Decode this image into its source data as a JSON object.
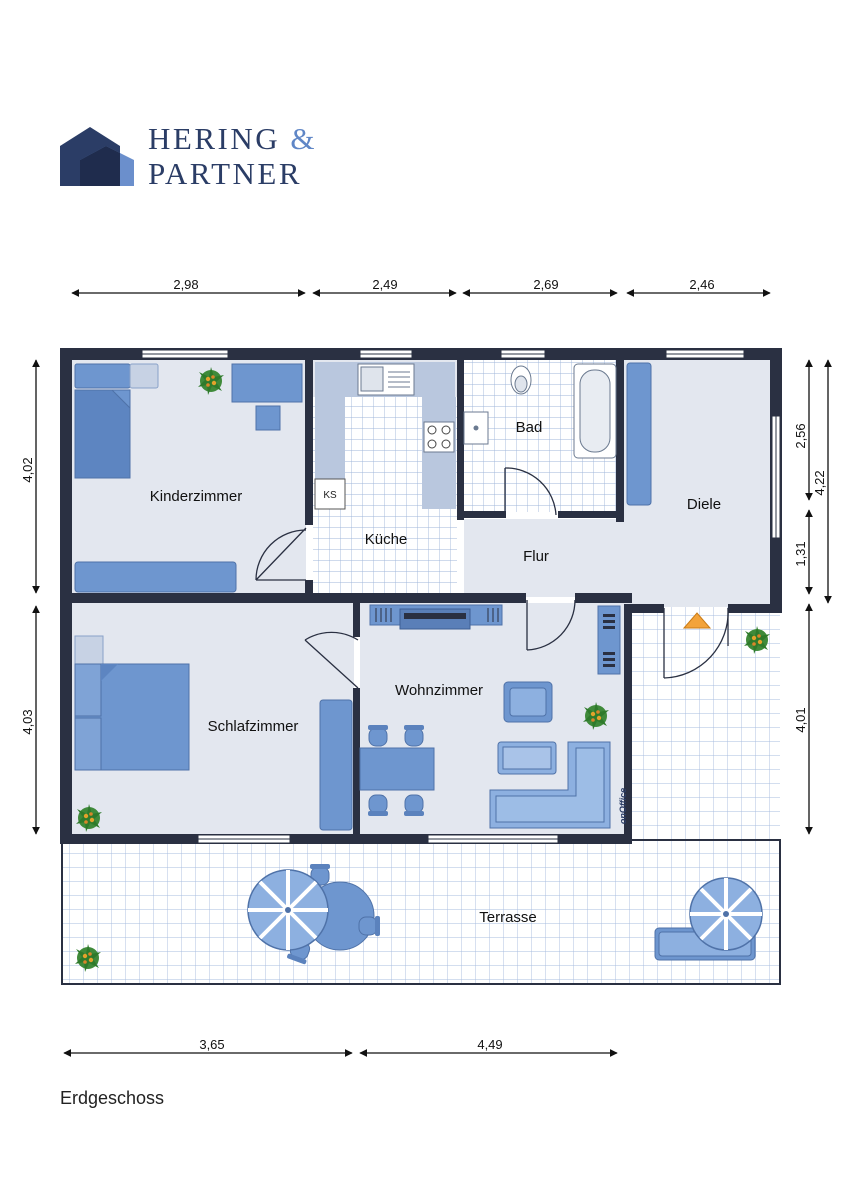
{
  "brand": {
    "name_line1": "HERING",
    "ampersand": "&",
    "name_line2": "PARTNER",
    "colors": {
      "navy": "#2b3d66",
      "blue": "#5f86c6",
      "dark": "#1a2440"
    }
  },
  "floor_label": "Erdgeschoss",
  "rooms": {
    "kinderzimmer": "Kinderzimmer",
    "kueche": "Küche",
    "bad": "Bad",
    "diele": "Diele",
    "flur": "Flur",
    "schlafzimmer": "Schlafzimmer",
    "wohnzimmer": "Wohnzimmer",
    "terrasse": "Terrasse"
  },
  "fixtures": {
    "kuehlschrank": "KS"
  },
  "watermark": "onOffice",
  "dimensions": {
    "top": [
      "2,98",
      "2,49",
      "2,69",
      "2,46"
    ],
    "bottom": [
      "3,65",
      "4,49"
    ],
    "left": [
      "4,02",
      "4,03"
    ],
    "right_inner": [
      "2,56",
      "1,31",
      "4,01"
    ],
    "right_outer": "4,22"
  },
  "colors": {
    "wall": "#2a3042",
    "floor": "#e3e7ef",
    "tile_line": "#9fb6da",
    "furniture": "#6e96cf",
    "accent": "#f3a33a"
  },
  "icons": [
    "plant-icon",
    "umbrella-icon",
    "entry-arrow-icon"
  ]
}
